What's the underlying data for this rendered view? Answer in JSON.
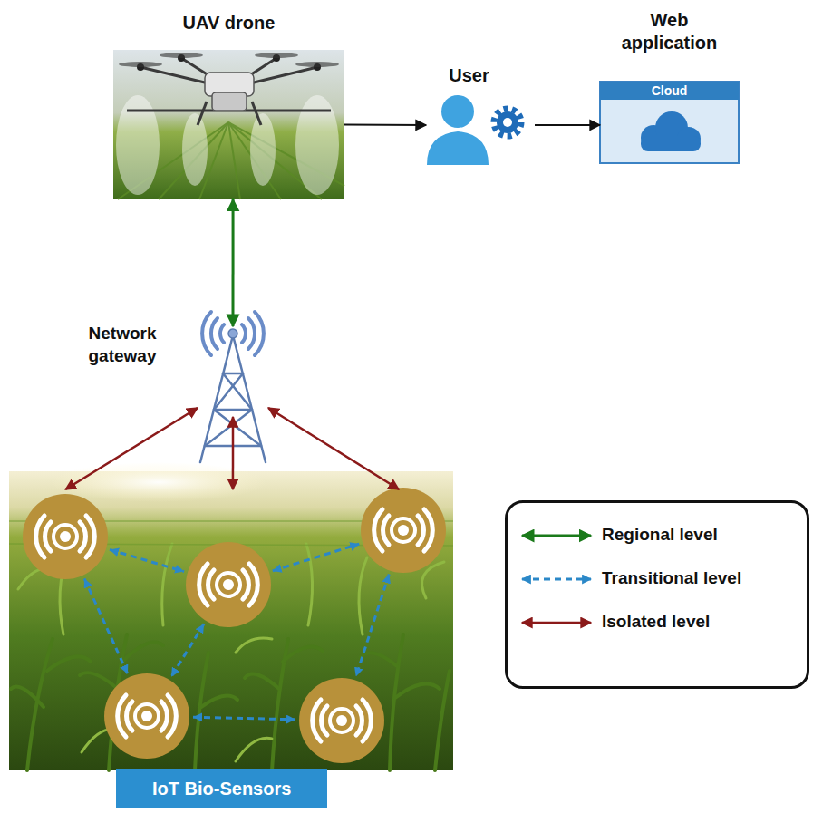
{
  "diagram": {
    "nodes": [
      {
        "text": [
          "UAV drone"
        ]
      },
      {
        "text": [
          "User"
        ]
      },
      {
        "text": [
          "Web application",
          "Cloud"
        ]
      },
      {
        "text": [
          "Network gateway"
        ]
      },
      {
        "text": [
          "IoT Bio-Sensors"
        ]
      }
    ],
    "edges": [
      {
        "from": 0,
        "to": 1,
        "arrow": "to"
      },
      {
        "from": 1,
        "to": 2,
        "arrow": "to"
      },
      {
        "from": 3,
        "to": 0,
        "arrow": "both"
      },
      {
        "from": 3,
        "to": 4,
        "arrow": "both"
      },
      {
        "from": 3,
        "to": 4,
        "arrow": "both"
      },
      {
        "from": 3,
        "to": 4,
        "arrow": "both"
      }
    ],
    "legend": [
      {
        "text": "Regional level"
      },
      {
        "text": "Transitional level"
      },
      {
        "text": "Isolated level"
      }
    ]
  }
}
